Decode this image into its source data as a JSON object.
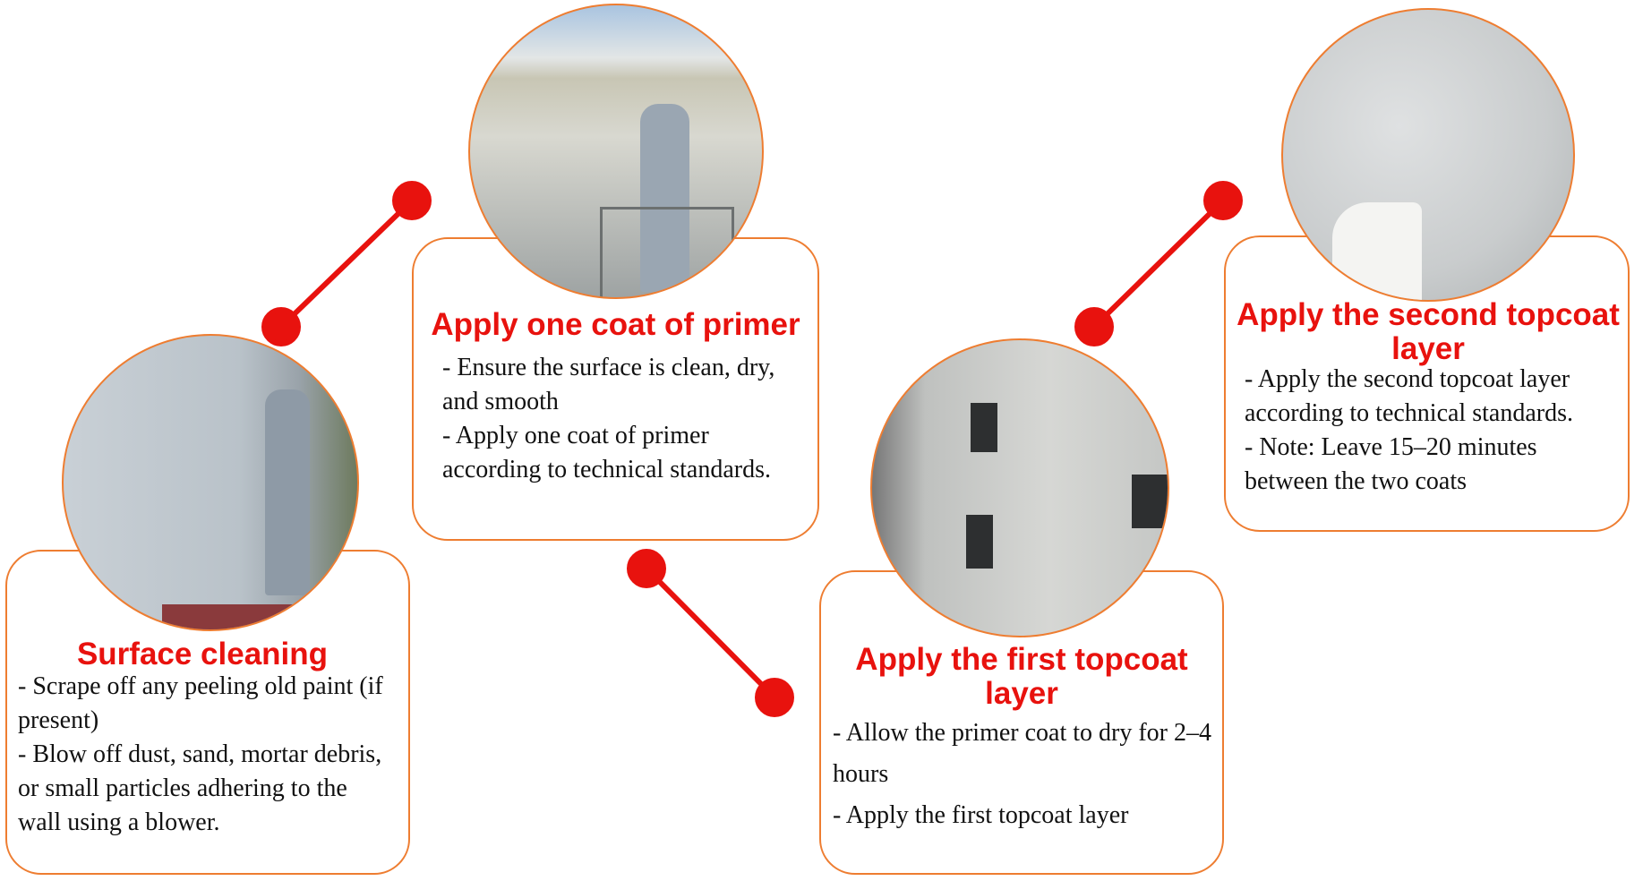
{
  "steps": [
    {
      "title": "Surface cleaning",
      "lines": [
        "- Scrape off any peeling old paint (if present)",
        "- Blow off dust, sand, mortar debris, or small particles adhering to the wall using a blower."
      ]
    },
    {
      "title": "Apply one coat of primer",
      "lines": [
        "-  Ensure the surface is clean, dry, and smooth",
        "-  Apply one coat of primer according to technical standards."
      ]
    },
    {
      "title": "Apply the first topcoat layer",
      "lines": [
        " - Allow the primer coat to dry for 2–4 hours",
        "-  Apply the first topcoat layer"
      ]
    },
    {
      "title": "Apply the second topcoat layer",
      "lines": [
        "- Apply the second topcoat layer according to technical standards.",
        "- Note: Leave 15–20 minutes between the two coats"
      ]
    }
  ],
  "colors": {
    "accent": "#e8120e",
    "border": "#ee7d31"
  }
}
